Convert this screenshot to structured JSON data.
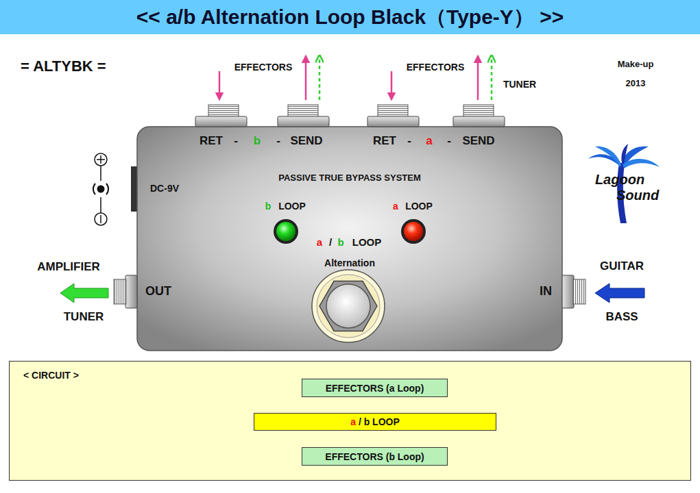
{
  "diagram": {
    "title": "<< a/b Alternation Loop Black（Type-Y） >>",
    "nodes": [
      {
        "text": [
          "< CIRCUIT >"
        ]
      },
      {
        "text": [
          "EFFECTORS (a Loop)"
        ],
        "in": 0
      },
      {
        "text": [
          "a / b LOOP"
        ],
        "in": 0
      },
      {
        "text": [
          "EFFECTORS (b Loop)"
        ],
        "in": 0
      }
    ],
    "edges": [
      {
        "from": 2,
        "to": 1,
        "arrow": "to",
        "label": "SEND"
      },
      {
        "from": 1,
        "to": 2,
        "arrow": "to",
        "label": "RET"
      },
      {
        "from": 2,
        "to": 3,
        "arrow": "to",
        "label": "SEND"
      },
      {
        "from": 3,
        "to": 2,
        "arrow": "to",
        "label": "RET"
      }
    ],
    "labels": [
      "= ALTYBK =",
      "EFFECTORS",
      "EFFECTORS",
      "Make-up",
      "TUNER",
      "2013",
      "RET",
      "-",
      "b",
      "-",
      "SEND",
      "RET",
      "-",
      "a",
      "-",
      "SEND",
      "PASSIVE TRUE BYPASS SYSTEM",
      "DC-9V",
      "Lagoon",
      "Sound",
      "b",
      "LOOP",
      "a",
      "LOOP",
      "a",
      "/",
      "b",
      "LOOP",
      "Alternation",
      "AMPLIFIER",
      "GUITAR",
      "OUT",
      "IN",
      "TUNER",
      "BASS",
      "IN",
      "OUT"
    ]
  }
}
